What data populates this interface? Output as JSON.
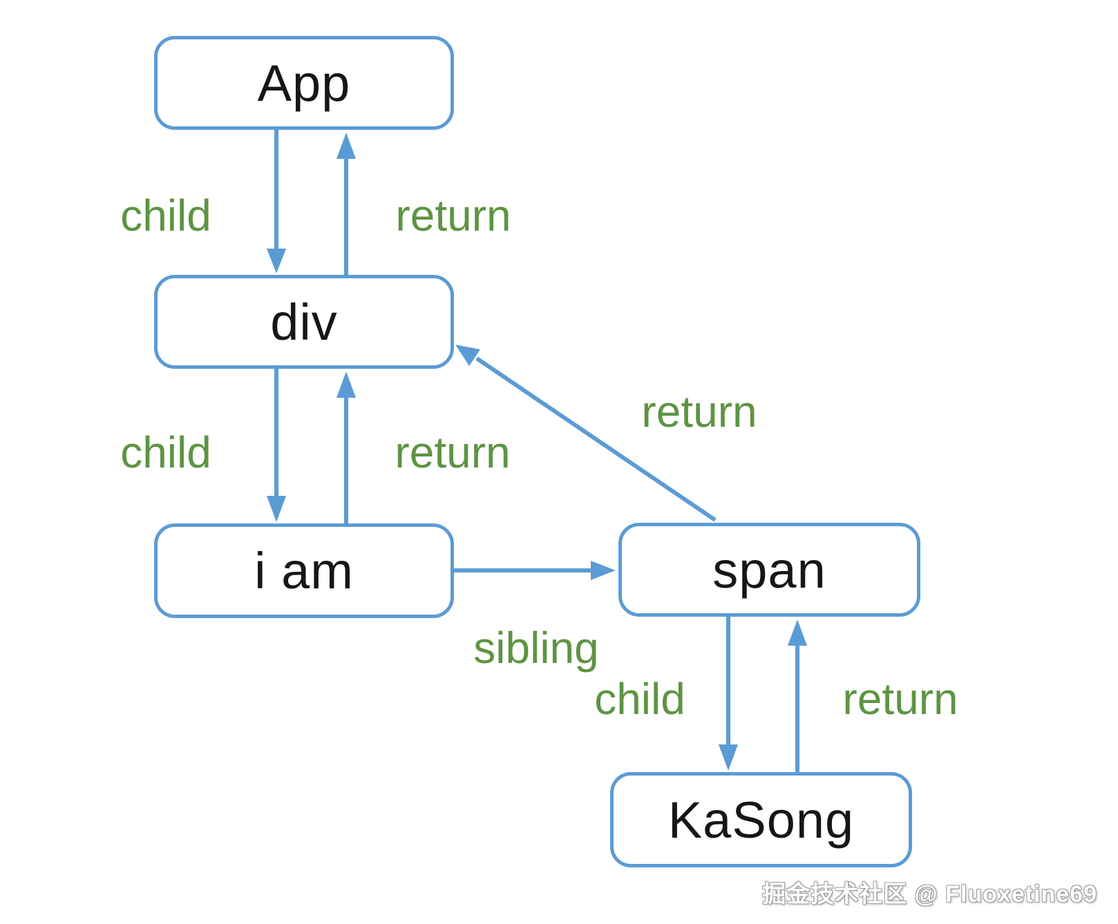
{
  "diagram": {
    "title": "fiber-tree-traversal",
    "nodes": [
      {
        "id": "app",
        "label": "App"
      },
      {
        "id": "div",
        "label": "div"
      },
      {
        "id": "iam",
        "label": "i am"
      },
      {
        "id": "span",
        "label": "span"
      },
      {
        "id": "kasong",
        "label": "KaSong"
      }
    ],
    "edges": [
      {
        "from": "App",
        "to": "div",
        "label": "child",
        "direction": "down"
      },
      {
        "from": "div",
        "to": "App",
        "label": "return",
        "direction": "up"
      },
      {
        "from": "div",
        "to": "i am",
        "label": "child",
        "direction": "down"
      },
      {
        "from": "i am",
        "to": "div",
        "label": "return",
        "direction": "up"
      },
      {
        "from": "i am",
        "to": "span",
        "label": "sibling",
        "direction": "right"
      },
      {
        "from": "span",
        "to": "div",
        "label": "return",
        "direction": "up-left-diagonal"
      },
      {
        "from": "span",
        "to": "KaSong",
        "label": "child",
        "direction": "down"
      },
      {
        "from": "KaSong",
        "to": "span",
        "label": "return",
        "direction": "up"
      }
    ]
  },
  "watermark": {
    "text": "掘金技术社区 @ Fluoxetine69"
  },
  "colors": {
    "node_border": "#5b9bd5",
    "arrow": "#5b9bd5",
    "label": "#5d9443",
    "node_text": "#161616",
    "watermark": "#ffffff",
    "bg": "#ffffff"
  }
}
